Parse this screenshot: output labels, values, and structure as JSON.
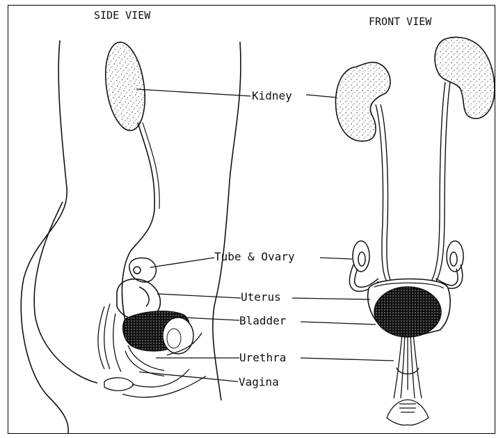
{
  "titles": {
    "side_view": "SIDE VIEW",
    "front_view": "FRONT VIEW"
  },
  "labels": {
    "kidney": "Kidney",
    "tube_ovary": "Tube & Ovary",
    "uterus": "Uterus",
    "bladder": "Bladder",
    "urethra": "Urethra",
    "vagina": "Vagina"
  },
  "colors": {
    "ink": "#111111",
    "background": "#ffffff",
    "stipple": "#333333"
  }
}
